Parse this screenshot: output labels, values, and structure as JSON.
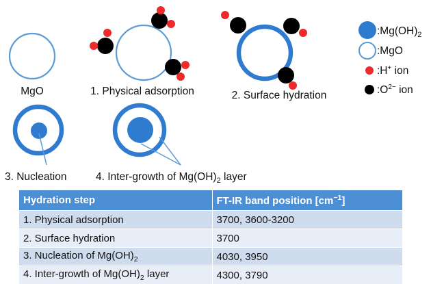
{
  "colors": {
    "mgoh2": "#2e7bcf",
    "mgo_ring": "#5b9bd5",
    "h_ion": "#ee2b2b",
    "o_ion": "#000000",
    "table_header": "#4c8fd4",
    "row_dark": "#cfdcee",
    "row_light": "#e8eef7"
  },
  "legend": {
    "mgoh2": ":Mg(OH)",
    "mgoh2_sub": "2",
    "mgo": ":MgO",
    "h_prefix": ":H",
    "h_sup": "+",
    "h_suffix": " ion",
    "o_prefix": ":O",
    "o_sup": "2−",
    "o_suffix": " ion"
  },
  "labels": {
    "mgo": "MgO",
    "physical": "1. Physical adsorption",
    "surface": "2. Surface hydration",
    "nucleation": "3. Nucleation",
    "intergrowth_prefix": "4. Inter-growth of Mg(OH)",
    "intergrowth_sub": "2",
    "intergrowth_suffix": " layer"
  },
  "table": {
    "headers": [
      "Hydration step",
      "FT-IR band position [cm"
    ],
    "header_sup": "−1",
    "header_suffix": "]",
    "rows": [
      {
        "step": "1. Physical adsorption",
        "band": "3700, 3600-3200"
      },
      {
        "step": "2. Surface hydration",
        "band": "3700"
      },
      {
        "step_prefix": "3. Nucleation of Mg(OH)",
        "step_sub": "2",
        "step_suffix": "",
        "band": "4030, 3950"
      },
      {
        "step_prefix": "4. Inter-growth of Mg(OH)",
        "step_sub": "2",
        "step_suffix": " layer",
        "band": "4300, 3790"
      }
    ]
  }
}
